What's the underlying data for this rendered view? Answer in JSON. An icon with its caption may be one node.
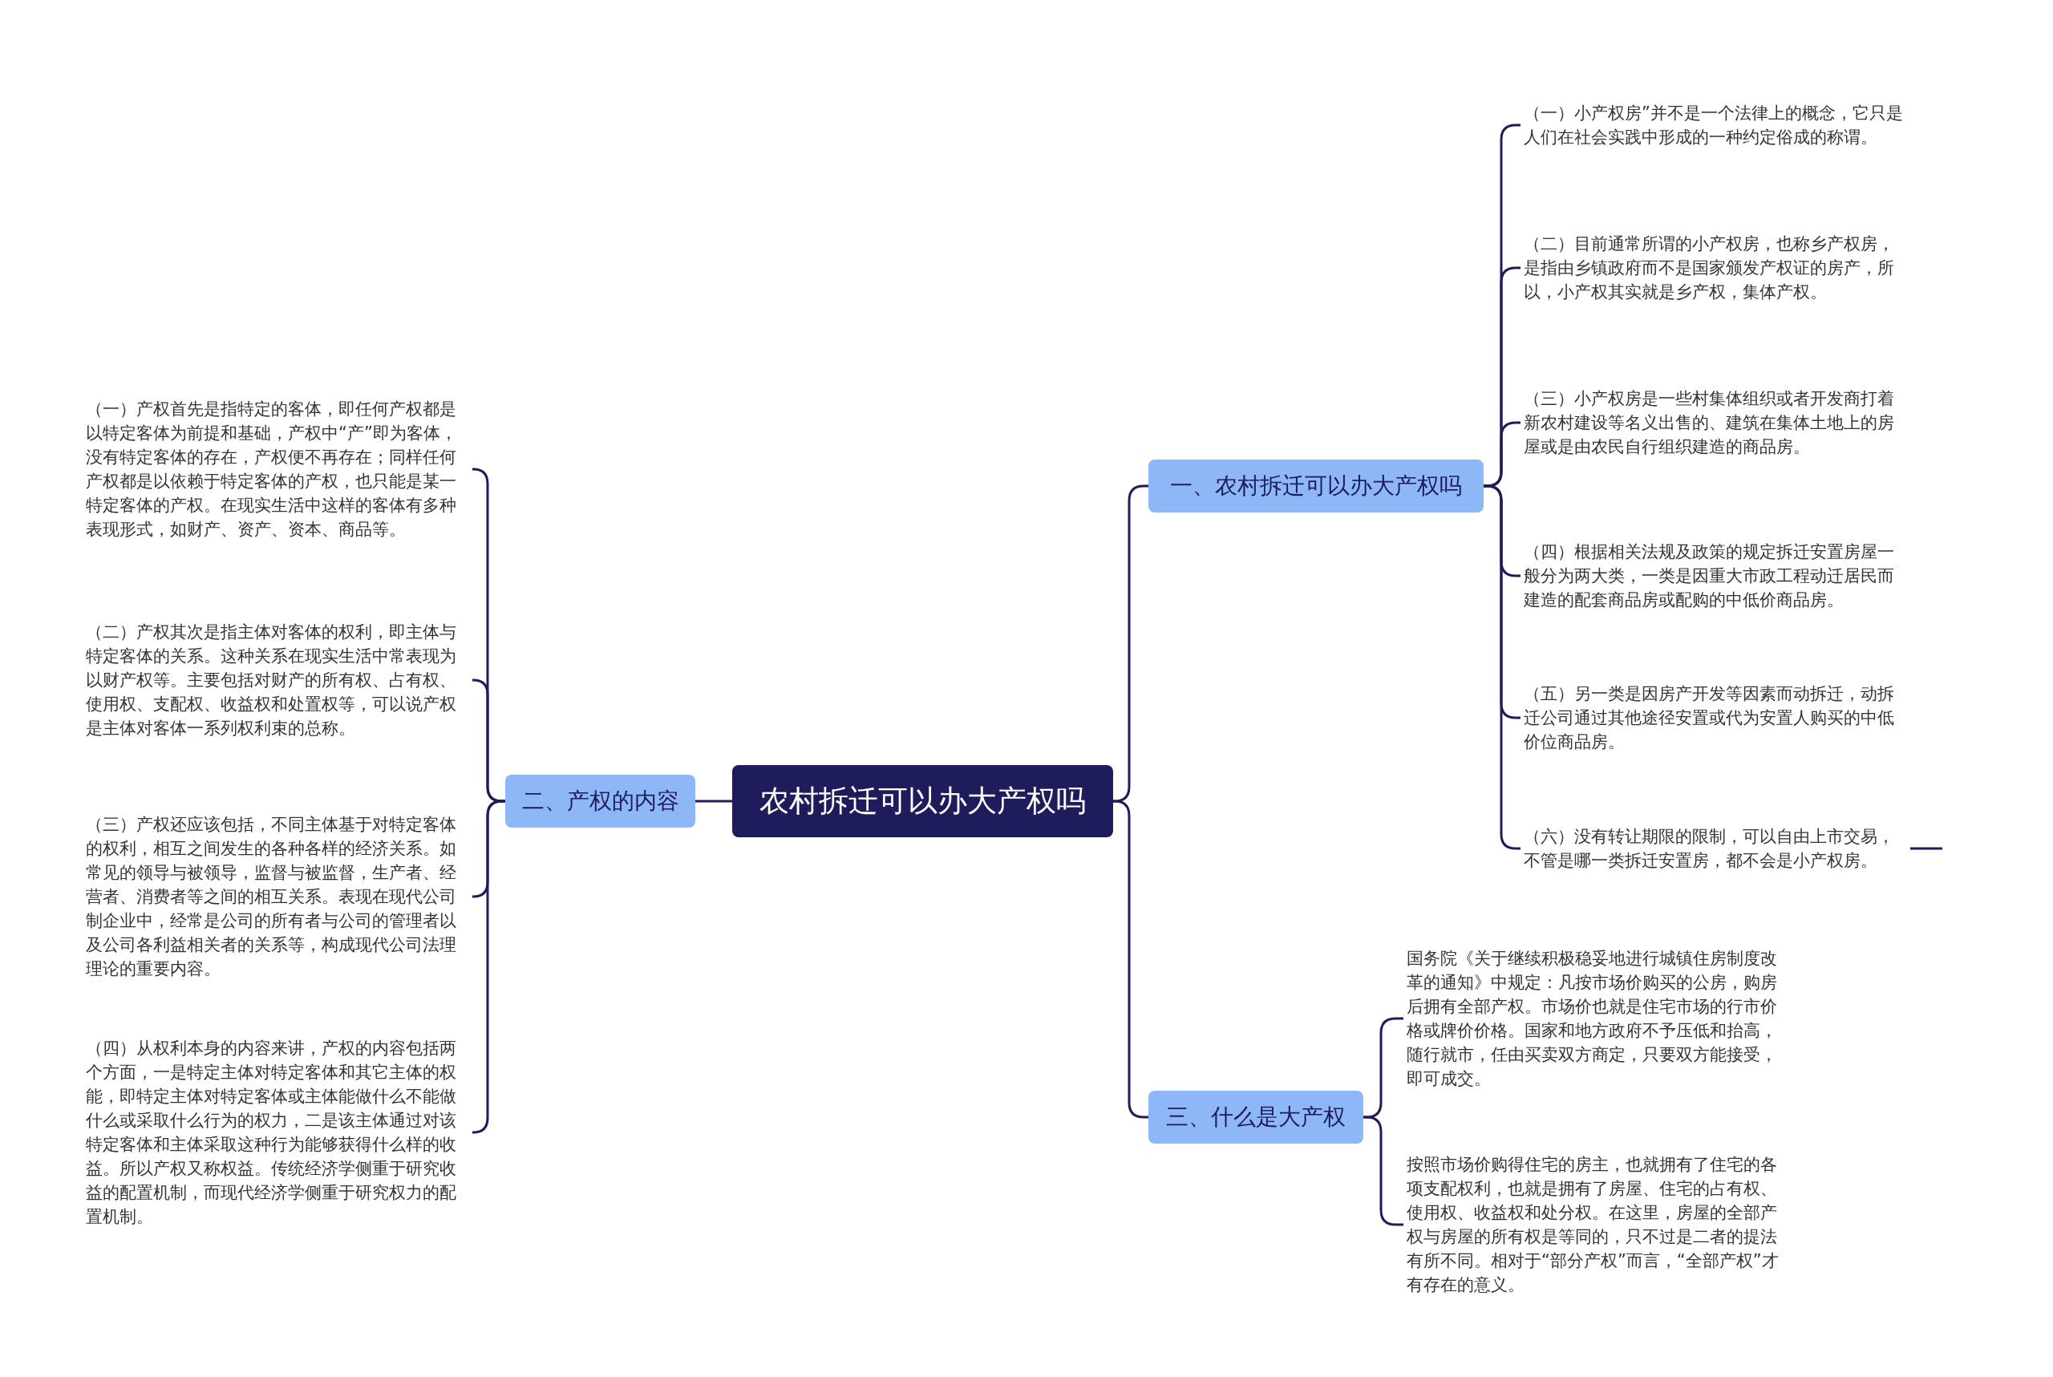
{
  "diagram": {
    "nodes": [
      {
        "text": [
          "农村拆迁可以办大产权吗"
        ]
      },
      {
        "text": [
          "一、农村拆迁可以办大产权吗"
        ]
      },
      {
        "text": [
          "（一）小产权房”并不是一个法律上的概念，它只是人们在社会实践中形成的一种约定俗成的称谓。"
        ]
      },
      {
        "text": [
          "（二）目前通常所谓的小产权房，也称乡产权房，是指由乡镇政府而不是国家颁发产权证的房产，所以，小产权其实就是乡产权，集体产权。"
        ]
      },
      {
        "text": [
          "（三）小产权房是一些村集体组织或者开发商打着新农村建设等名义出售的、建筑在集体土地上的房屋或是由农民自行组织建造的商品房。"
        ]
      },
      {
        "text": [
          "（四）根据相关法规及政策的规定拆迁安置房屋一般分为两大类，一类是因重大市政工程动迁居民而建造的配套商品房或配购的中低价商品房。"
        ]
      },
      {
        "text": [
          "（五）另一类是因房产开发等因素而动拆迁，动拆迁公司通过其他途径安置或代为安置人购买的中低价位商品房。"
        ]
      },
      {
        "text": [
          "（六）没有转让期限的限制，可以自由上市交易，不管是哪一类拆迁安置房，都不会是小产权房。"
        ]
      },
      {
        "text": [
          "二、产权的内容"
        ]
      },
      {
        "text": [
          "（一）产权首先是指特定的客体，即任何产权都是以特定客体为前提和基础，产权中“产”即为客体，没有特定客体的存在，产权便不再存在；同样任何产权都是以依赖于特定客体的产权，也只能是某一特定客体的产权。在现实生活中这样的客体有多种表现形式，如财产、资产、资本、商品等。"
        ]
      },
      {
        "text": [
          "（二）产权其次是指主体对客体的权利，即主体与特定客体的关系。这种关系在现实生活中常表现为以财产权等。主要包括对财产的所有权、占有权、使用权、支配权、收益权和处置权等，可以说产权是主体对客体一系列权利束的总称。"
        ]
      },
      {
        "text": [
          "（三）产权还应该包括，不同主体基于对特定客体的权利，相互之间发生的各种各样的经济关系。如常见的领导与被领导，监督与被监督，生产者、经营者、消费者等之间的相互关系。表现在现代公司制企业中，经常是公司的所有者与公司的管理者以及公司各利益相关者的关系等，构成现代公司法理理论的重要内容。"
        ]
      },
      {
        "text": [
          "（四）从权利本身的内容来讲，产权的内容包括两个方面，一是特定主体对特定客体和其它主体的权能，即特定主体对特定客体或主体能做什么不能做什么或采取什么行为的权力，二是该主体通过对该特定客体和主体采取这种行为能够获得什么样的收益。所以产权又称权益。传统经济学侧重于研究收益的配置机制，而现代经济学侧重于研究权力的配置机制。"
        ]
      },
      {
        "text": [
          "三、什么是大产权"
        ]
      },
      {
        "text": [
          "国务院《关于继续积极稳妥地进行城镇住房制度改革的通知》中规定：凡按市场价购买的公房，购房后拥有全部产权。市场价也就是住宅市场的行市价格或牌价价格。国家和地方政府不予压低和抬高，随行就市，任由买卖双方商定，只要双方能接受，即可成交。"
        ]
      },
      {
        "text": [
          "按照市场价购得住宅的房主，也就拥有了住宅的各项支配权利，也就是拥有了房屋、住宅的占有权、使用权、收益权和处分权。在这里，房屋的全部产权与房屋的所有权是等同的，只不过是二者的提法有所不同。相对于“部分产权”而言，“全部产权”才有存在的意义。"
        ]
      }
    ],
    "edges": [
      {
        "from": 0,
        "to": 1,
        "arrow": "none"
      },
      {
        "from": 1,
        "to": 2,
        "arrow": "none"
      },
      {
        "from": 1,
        "to": 3,
        "arrow": "none"
      },
      {
        "from": 1,
        "to": 4,
        "arrow": "none"
      },
      {
        "from": 1,
        "to": 5,
        "arrow": "none"
      },
      {
        "from": 1,
        "to": 6,
        "arrow": "none"
      },
      {
        "from": 1,
        "to": 7,
        "arrow": "none"
      },
      {
        "from": 7,
        "to": null,
        "arrow": "none"
      },
      {
        "from": 0,
        "to": 8,
        "arrow": "none"
      },
      {
        "from": 8,
        "to": 9,
        "arrow": "none"
      },
      {
        "from": 8,
        "to": 10,
        "arrow": "none"
      },
      {
        "from": 8,
        "to": 11,
        "arrow": "none"
      },
      {
        "from": 8,
        "to": 12,
        "arrow": "none"
      },
      {
        "from": 0,
        "to": 13,
        "arrow": "none"
      },
      {
        "from": 13,
        "to": 14,
        "arrow": "none"
      },
      {
        "from": 13,
        "to": 15,
        "arrow": "none"
      }
    ]
  }
}
